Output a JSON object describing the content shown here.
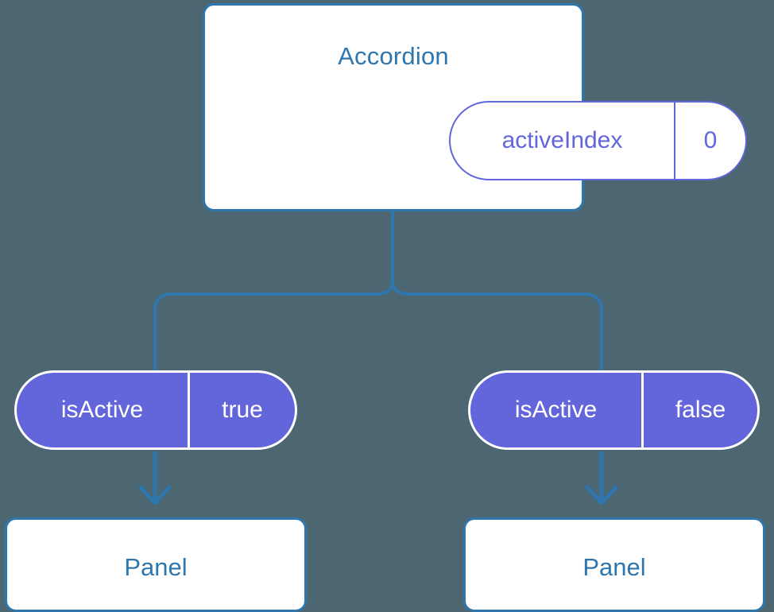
{
  "diagram": {
    "title_text": "Accordion",
    "background_color": "#4C6672",
    "accent_blue": "#2E77AE",
    "accent_purple": "#6366DB",
    "root": {
      "name": "Accordion",
      "state_pill": {
        "key": "activeIndex",
        "value": "0"
      }
    },
    "branches": [
      {
        "prop_pill": {
          "key": "isActive",
          "value": "true"
        },
        "child": {
          "name": "Panel"
        }
      },
      {
        "prop_pill": {
          "key": "isActive",
          "value": "false"
        },
        "child": {
          "name": "Panel"
        }
      }
    ]
  }
}
